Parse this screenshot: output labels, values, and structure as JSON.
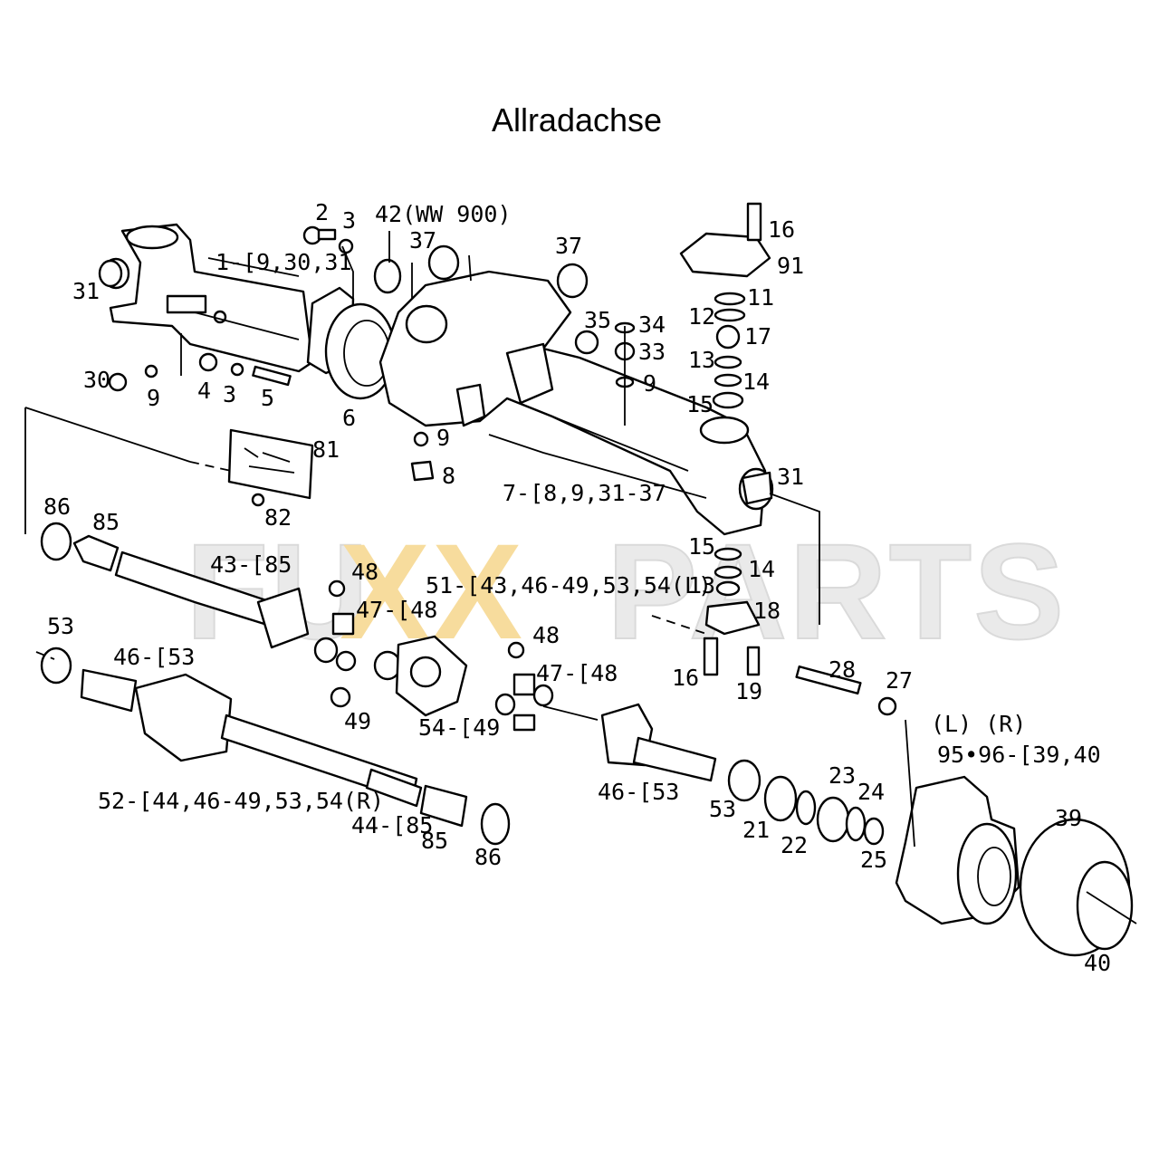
{
  "title": "Allradachse",
  "watermark": {
    "left": "FU",
    "middle": "XX",
    "right": "PARTS",
    "accent": "#f2c14e",
    "base": "#d9d9d9"
  },
  "labels": [
    {
      "id": "l2",
      "text": "2"
    },
    {
      "id": "l3a",
      "text": "3"
    },
    {
      "id": "l42",
      "text": "42(WW 900)"
    },
    {
      "id": "l37a",
      "text": "37"
    },
    {
      "id": "l37b",
      "text": "37"
    },
    {
      "id": "l1",
      "text": "1-[9,30,31"
    },
    {
      "id": "l31a",
      "text": "31"
    },
    {
      "id": "l16a",
      "text": "16"
    },
    {
      "id": "l91",
      "text": "91"
    },
    {
      "id": "l11",
      "text": "11"
    },
    {
      "id": "l12",
      "text": "12"
    },
    {
      "id": "l17",
      "text": "17"
    },
    {
      "id": "l13a",
      "text": "13"
    },
    {
      "id": "l14a",
      "text": "14"
    },
    {
      "id": "l15a",
      "text": "15"
    },
    {
      "id": "l35",
      "text": "35"
    },
    {
      "id": "l34",
      "text": "34"
    },
    {
      "id": "l33",
      "text": "33"
    },
    {
      "id": "l9a",
      "text": "9"
    },
    {
      "id": "l30",
      "text": "30"
    },
    {
      "id": "l9b",
      "text": "9"
    },
    {
      "id": "l4",
      "text": "4"
    },
    {
      "id": "l3b",
      "text": "3"
    },
    {
      "id": "l5",
      "text": "5"
    },
    {
      "id": "l6",
      "text": "6"
    },
    {
      "id": "l9c",
      "text": "9"
    },
    {
      "id": "l8",
      "text": "8"
    },
    {
      "id": "l81",
      "text": "81"
    },
    {
      "id": "l82",
      "text": "82"
    },
    {
      "id": "l7",
      "text": "7-[8,9,31-37"
    },
    {
      "id": "l31b",
      "text": "31"
    },
    {
      "id": "l86a",
      "text": "86"
    },
    {
      "id": "l85a",
      "text": "85"
    },
    {
      "id": "l43",
      "text": "43-[85"
    },
    {
      "id": "l48a",
      "text": "48"
    },
    {
      "id": "l47a",
      "text": "47-[48"
    },
    {
      "id": "l51",
      "text": "51-[43,46-49,53,54(L)"
    },
    {
      "id": "l15b",
      "text": "15"
    },
    {
      "id": "l14b",
      "text": "14"
    },
    {
      "id": "l13b",
      "text": "13"
    },
    {
      "id": "l18",
      "text": "18"
    },
    {
      "id": "l53a",
      "text": "53"
    },
    {
      "id": "l46a",
      "text": "46-[53"
    },
    {
      "id": "l48b",
      "text": "48"
    },
    {
      "id": "l47b",
      "text": "47-[48"
    },
    {
      "id": "l16b",
      "text": "16"
    },
    {
      "id": "l19",
      "text": "19"
    },
    {
      "id": "l28",
      "text": "28"
    },
    {
      "id": "l27",
      "text": "27"
    },
    {
      "id": "l49",
      "text": "49"
    },
    {
      "id": "l54",
      "text": "54-[49"
    },
    {
      "id": "lLR",
      "text": "(L) (R)"
    },
    {
      "id": "l95",
      "text": "95•96-[39,40"
    },
    {
      "id": "l46b",
      "text": "46-[53"
    },
    {
      "id": "l52",
      "text": "52-[44,46-49,53,54(R)"
    },
    {
      "id": "l44",
      "text": "44-[85"
    },
    {
      "id": "l85b",
      "text": "85"
    },
    {
      "id": "l86b",
      "text": "86"
    },
    {
      "id": "l53b",
      "text": "53"
    },
    {
      "id": "l21",
      "text": "21"
    },
    {
      "id": "l22",
      "text": "22"
    },
    {
      "id": "l23",
      "text": "23"
    },
    {
      "id": "l24",
      "text": "24"
    },
    {
      "id": "l25",
      "text": "25"
    },
    {
      "id": "l39",
      "text": "39"
    },
    {
      "id": "l40",
      "text": "40"
    }
  ]
}
